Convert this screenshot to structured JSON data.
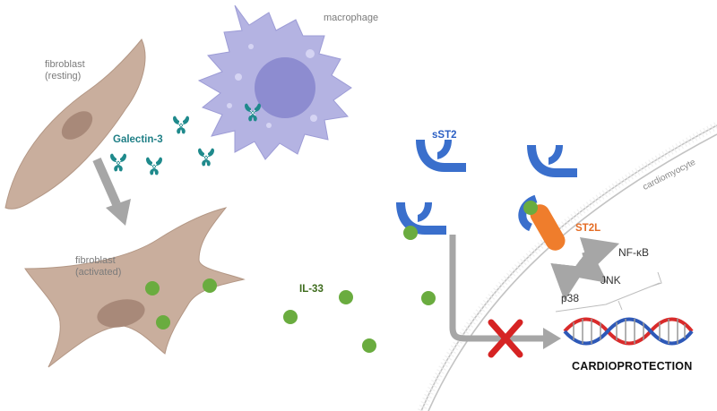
{
  "labels": {
    "macrophage": "macrophage",
    "fibroblast_resting": [
      "fibroblast",
      "(resting)"
    ],
    "fibroblast_activated": [
      "fibroblast",
      "(activated)"
    ],
    "galectin3": "Galectin-3",
    "il33": "IL-33",
    "sst2": "sST2",
    "st2l": "ST2L",
    "cardiomyocyte": "cardiomyocyte",
    "nfkb": "NF-κB",
    "jnk": "JNK",
    "p38": "p38",
    "cardioprotection": "CARDIOPROTECTION"
  },
  "colors": {
    "fibroblast_fill": "#c9ae9d",
    "fibroblast_nucleus": "#a88979",
    "macrophage_fill": "#b4b3e2",
    "macrophage_nucleus": "#8d8cd0",
    "galectin": "#1f8a8c",
    "il33_ball": "#6aac3f",
    "st2_blue": "#3a6fcc",
    "st2l_orange": "#ef7d2c",
    "arrow_gray": "#a6a6a6",
    "block_red": "#d62323",
    "dna_red": "#d92b2b",
    "dna_blue": "#2e59b8",
    "membrane": "#c3c3c3"
  },
  "icons": [
    "galectin-3-icon",
    "il-33-ball-icon",
    "receptor-icon",
    "dna-icon",
    "block-x-icon",
    "arrow-icon"
  ]
}
